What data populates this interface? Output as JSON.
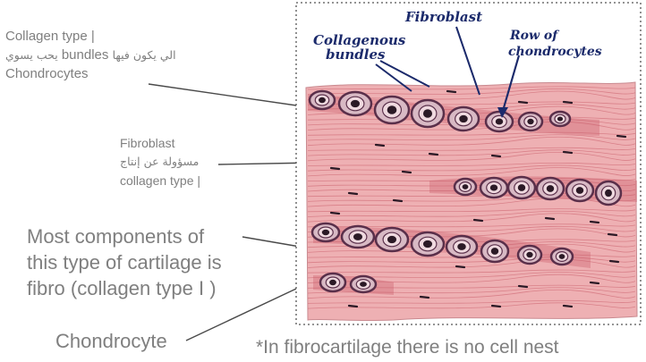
{
  "annotations": {
    "collagen_line1": "Collagen type |",
    "collagen_line2_ar_end": "يحب يسوي",
    "collagen_line2_en": "bundles",
    "collagen_line2_ar_start": "الي يكون فيها",
    "collagen_line3": "Chondrocytes",
    "fibroblast_title": "Fibroblast",
    "fibroblast_ar": "مسؤولة عن إنتاج",
    "fibroblast_line3": "collagen type |",
    "components_line1": "Most components of",
    "components_line2": "this type of cartilage is",
    "components_line3": "fibro (collagen type I )",
    "chondrocyte": "Chondrocyte",
    "footnote": "*In fibrocartilage there is no cell nest"
  },
  "figure_labels": {
    "fibroblast": "Fibroblast",
    "collagenous_1": "Collagenous",
    "collagenous_2": "bundles",
    "row_of": "Row of",
    "chondrocytes": "chondrocytes"
  },
  "colors": {
    "text_gray": "#7f7f7f",
    "tissue_pink": "#e8a3a6",
    "fiber_red": "#c85a66",
    "cell_purple": "#5a2f4a",
    "label_blue": "#1b2a6b"
  }
}
